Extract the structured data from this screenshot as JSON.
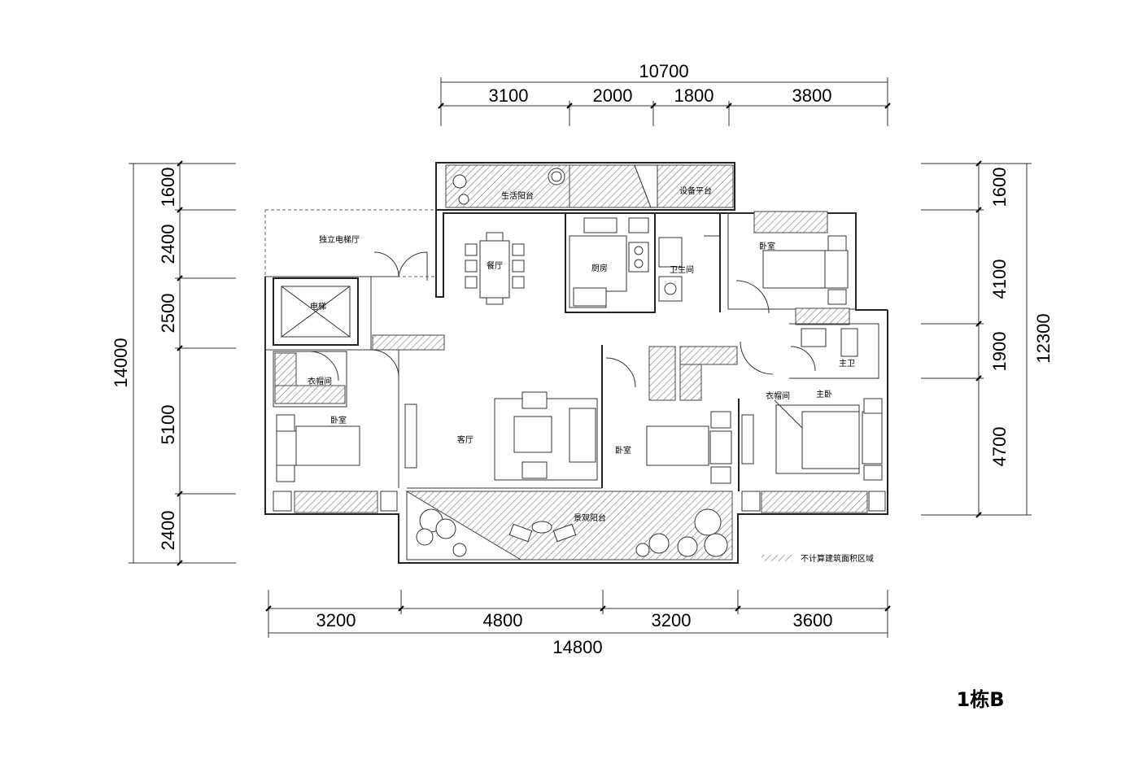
{
  "top_dims": {
    "total": "10700",
    "segments": [
      "3100",
      "2000",
      "1800",
      "3800"
    ]
  },
  "bottom_dims": {
    "total": "14800",
    "segments": [
      "3200",
      "4800",
      "3200",
      "3600"
    ]
  },
  "left_dims": {
    "total": "14000",
    "segments": [
      "1600",
      "2400",
      "2500",
      "5100",
      "2400"
    ]
  },
  "right_dims": {
    "total": "12300",
    "segments": [
      "1600",
      "4100",
      "1900",
      "4700"
    ]
  },
  "rooms": {
    "living_balcony": "生活阳台",
    "equipment_platform": "设备平台",
    "elevator_hall": "独立电梯厅",
    "elevator": "电梯",
    "dining": "餐厅",
    "kitchen": "厨房",
    "bathroom": "卫生间",
    "bedroom_ne": "卧室",
    "master_bath": "主卫",
    "cloakroom_w": "衣帽间",
    "bedroom_w": "卧室",
    "living_room": "客厅",
    "bedroom_mid": "卧室",
    "cloakroom_e": "衣帽间",
    "master_bedroom": "主卧",
    "view_balcony": "景观阳台"
  },
  "legend": "不计算建筑面积区域",
  "building_label": "1栋B"
}
